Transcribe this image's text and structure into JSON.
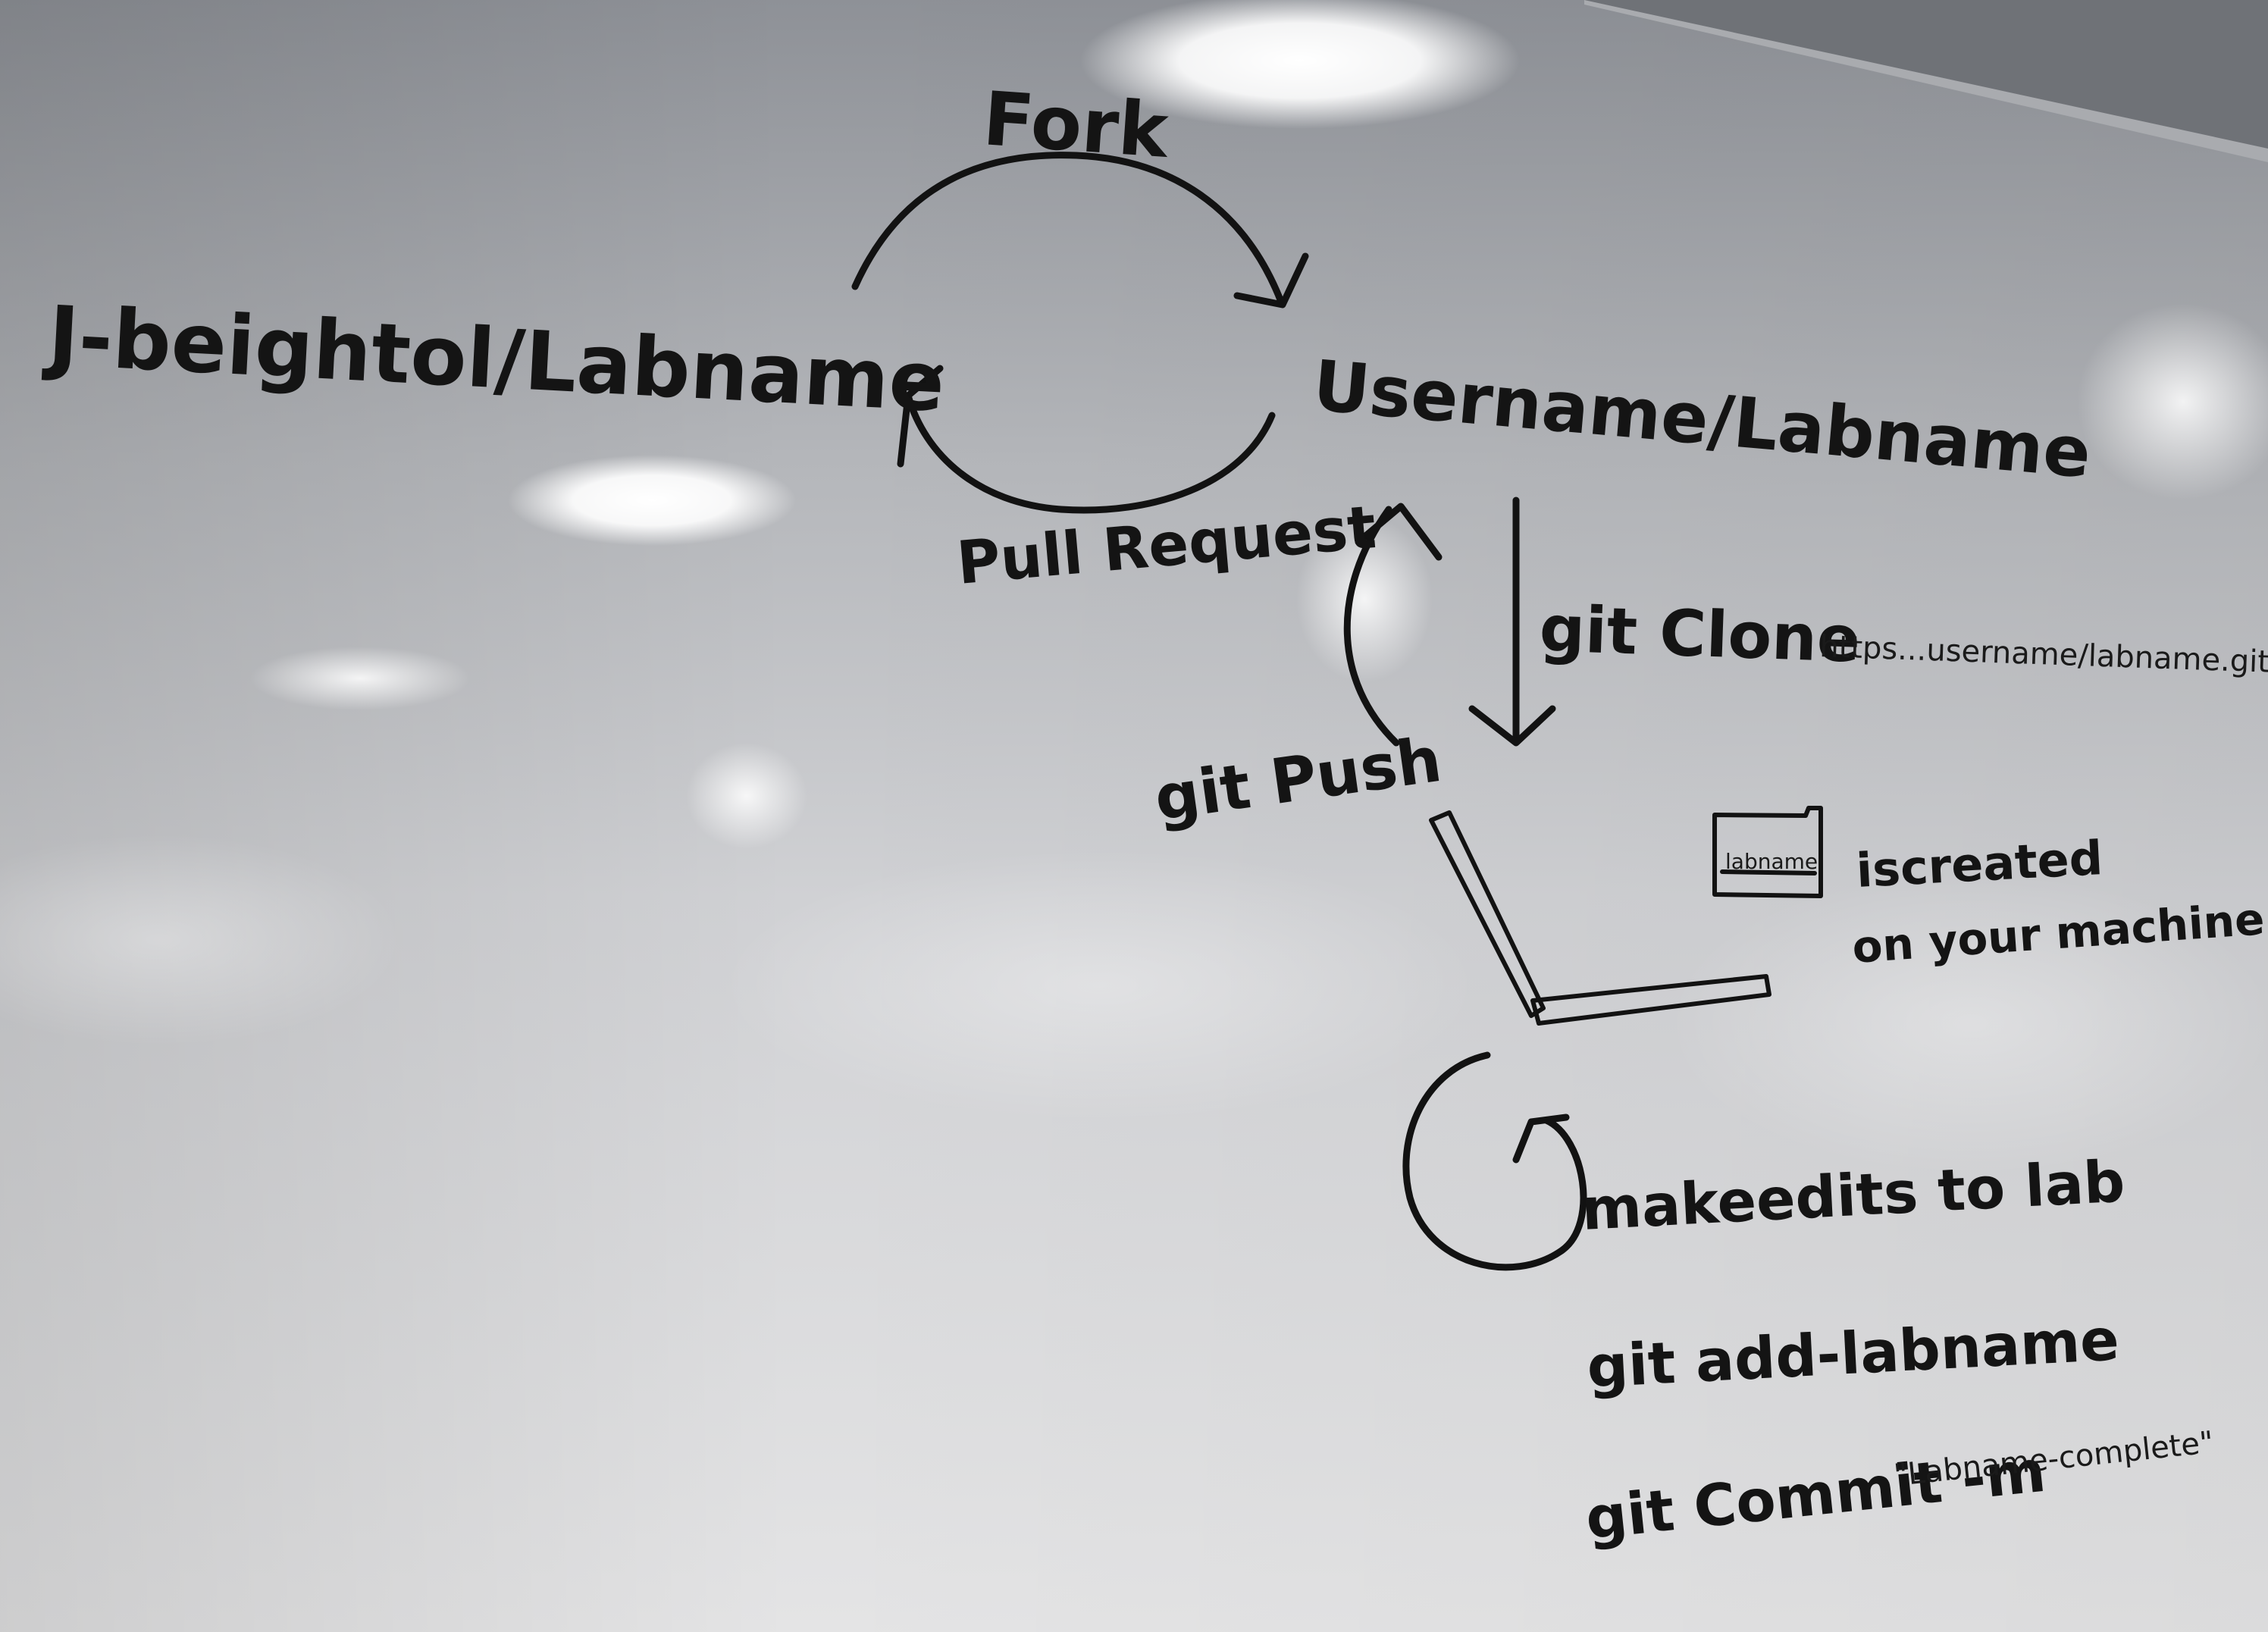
{
  "whiteboard": {
    "upstream_repo": "J-beightol/Labname",
    "fork_label": "Fork",
    "fork_repo": "Username/Labname",
    "pull_request_label": "Pull Request",
    "clone_command": "git Clone",
    "clone_url": "https...username/labname.git",
    "push_label": "git Push",
    "folder_label": "labname",
    "created_line1": "iscreated",
    "created_line2": "on your machine",
    "edit_label": "makeedits to lab",
    "add_command": "git add-labname",
    "commit_command": "git Commit -m",
    "commit_message": "\"Labname-complete\""
  },
  "colors": {
    "board_top": "#8d9096",
    "board_mid": "#c9cacd",
    "board_bottom": "#e3e3e4",
    "ink": "#121212",
    "light_glare": "#ffffff"
  },
  "icons": {
    "laptop": "laptop-icon",
    "folder": "folder-icon",
    "cycle": "cycle-arrow-icon"
  }
}
